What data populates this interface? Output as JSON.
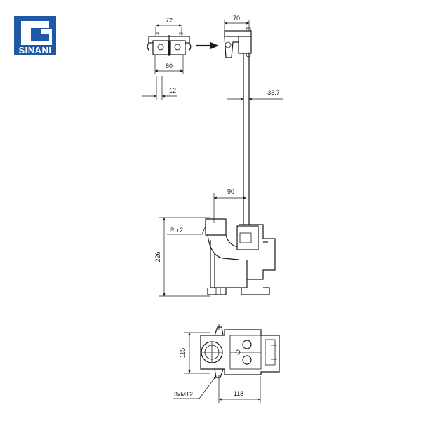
{
  "logo": {
    "text": "SINANI",
    "color": "#1f58a6"
  },
  "dimensions": {
    "bracket_width_top": "72",
    "bracket_width_bottom": "80",
    "bracket_offset": "12",
    "head_width": "70",
    "pipe_offset": "33.7",
    "pipe_to_outlet": "90",
    "thread": "Rp 2",
    "height": "226",
    "plan_depth": "115",
    "plan_length": "118",
    "screws": "3xM12"
  }
}
